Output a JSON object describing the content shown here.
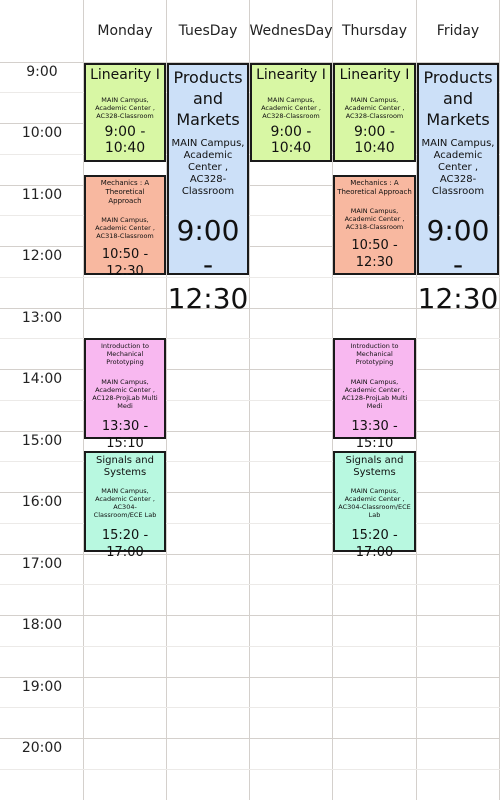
{
  "days": [
    "Monday",
    "TuesDay",
    "WednesDay",
    "Thursday",
    "Friday"
  ],
  "times": [
    "9:00",
    "10:00",
    "11:00",
    "12:00",
    "13:00",
    "14:00",
    "15:00",
    "16:00",
    "17:00",
    "18:00",
    "19:00",
    "20:00"
  ],
  "colors": {
    "green": "#d8f7a4",
    "blue": "#cce0f8",
    "salmon": "#f8b8a0",
    "pink": "#f8b8f0",
    "mint": "#b8f8e0"
  },
  "events": [
    {
      "title": "Linearity I",
      "location": "MAIN Campus, Academic Center , AC328-Classroom",
      "time": "9:00 - 10:40",
      "color": "green"
    },
    {
      "title": "Products and Markets",
      "location": "MAIN Campus, Academic Center , AC328-Classroom",
      "time": "9:00 - 12:30",
      "color": "blue"
    },
    {
      "title": "Mechanics : A Theoretical Approach",
      "location": "MAIN Campus, Academic Center , AC318-Classroom",
      "time": "10:50 - 12:30",
      "color": "salmon"
    },
    {
      "title": "Introduction to Mechanical Prototyping",
      "location": "MAIN Campus, Academic Center , AC128-ProjLab Multi Medi",
      "time": "13:30 - 15:10",
      "color": "pink"
    },
    {
      "title": "Signals and Systems",
      "location": "MAIN Campus, Academic Center , AC304-Classroom/ECE Lab",
      "time": "15:20 - 17:00",
      "color": "mint"
    }
  ]
}
